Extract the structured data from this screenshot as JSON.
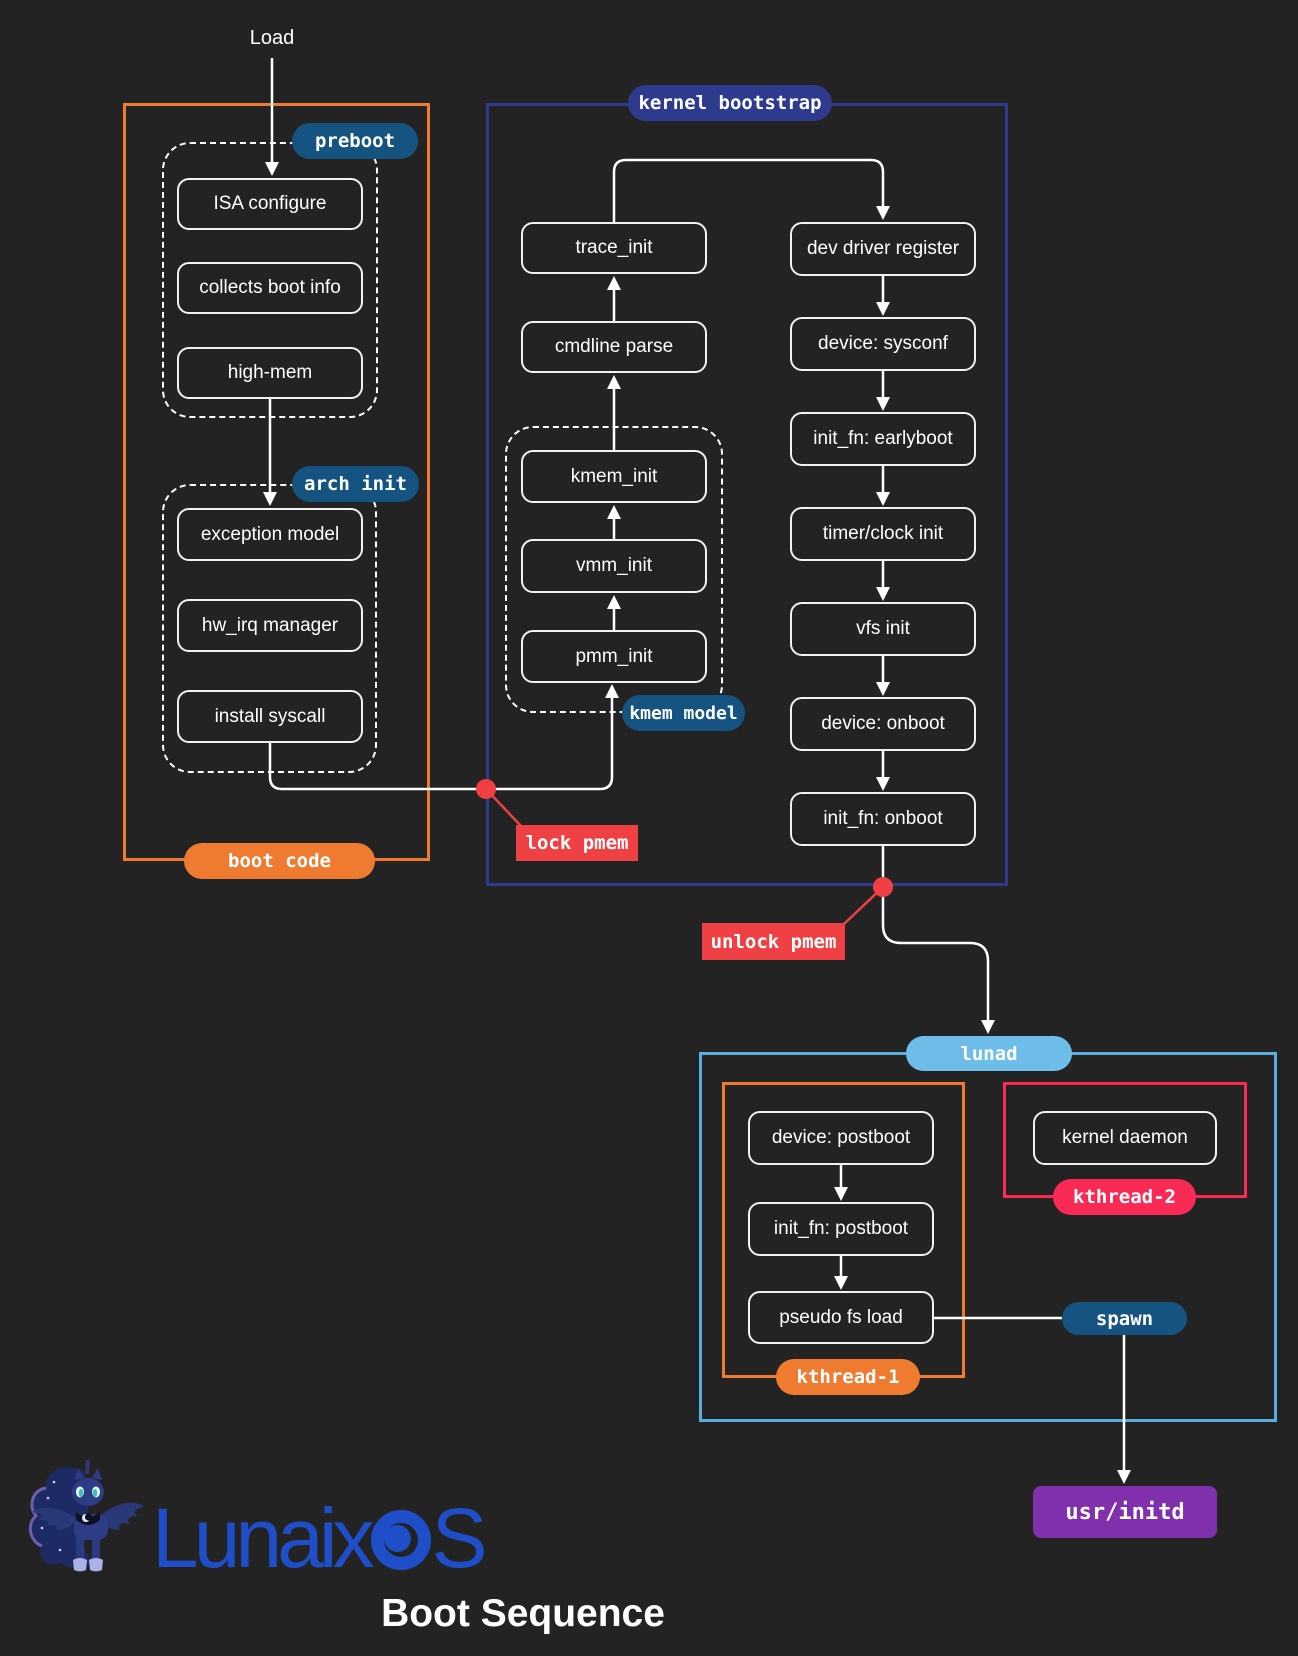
{
  "load_label": "Load",
  "groups": {
    "boot_code": "boot code",
    "preboot": "preboot",
    "arch_init": "arch init",
    "kernel_bootstrap": "kernel bootstrap",
    "kmem_model": "kmem model",
    "lunad": "lunad",
    "kthread_1": "kthread-1",
    "kthread_2": "kthread-2"
  },
  "nodes": {
    "isa_configure": "ISA configure",
    "collects_boot_info": "collects boot info",
    "high_mem": "high-mem",
    "exception_model": "exception model",
    "hw_irq_manager": "hw_irq manager",
    "install_syscall": "install syscall",
    "trace_init": "trace_init",
    "cmdline_parse": "cmdline parse",
    "kmem_init": "kmem_init",
    "vmm_init": "vmm_init",
    "pmm_init": "pmm_init",
    "dev_driver_register": "dev driver register",
    "device_sysconf": "device: sysconf",
    "init_fn_earlyboot": "init_fn: earlyboot",
    "timer_clock_init": "timer/clock init",
    "vfs_init": "vfs init",
    "device_onboot": "device: onboot",
    "init_fn_onboot": "init_fn: onboot",
    "device_postboot": "device: postboot",
    "init_fn_postboot": "init_fn: postboot",
    "pseudo_fs_load": "pseudo fs load",
    "kernel_daemon": "kernel daemon",
    "usr_initd": "usr/initd"
  },
  "annotations": {
    "lock_pmem": "lock pmem",
    "unlock_pmem": "unlock pmem",
    "spawn": "spawn"
  },
  "logo": {
    "brand_prefix": "Lunaix",
    "brand_suffix": "S",
    "title": "Boot Sequence"
  },
  "colors": {
    "background": "#232323",
    "node_border": "#f2f2f2",
    "orange": "#ee7b30",
    "navy": "#2e3a8d",
    "teal_pill": "#155380",
    "red": "#ef4143",
    "crimson": "#f92b55",
    "sky_border": "#58ade3",
    "sky_pill": "#6ebde9",
    "purple": "#8030ad",
    "logo_blue": "#1e4fc9"
  }
}
